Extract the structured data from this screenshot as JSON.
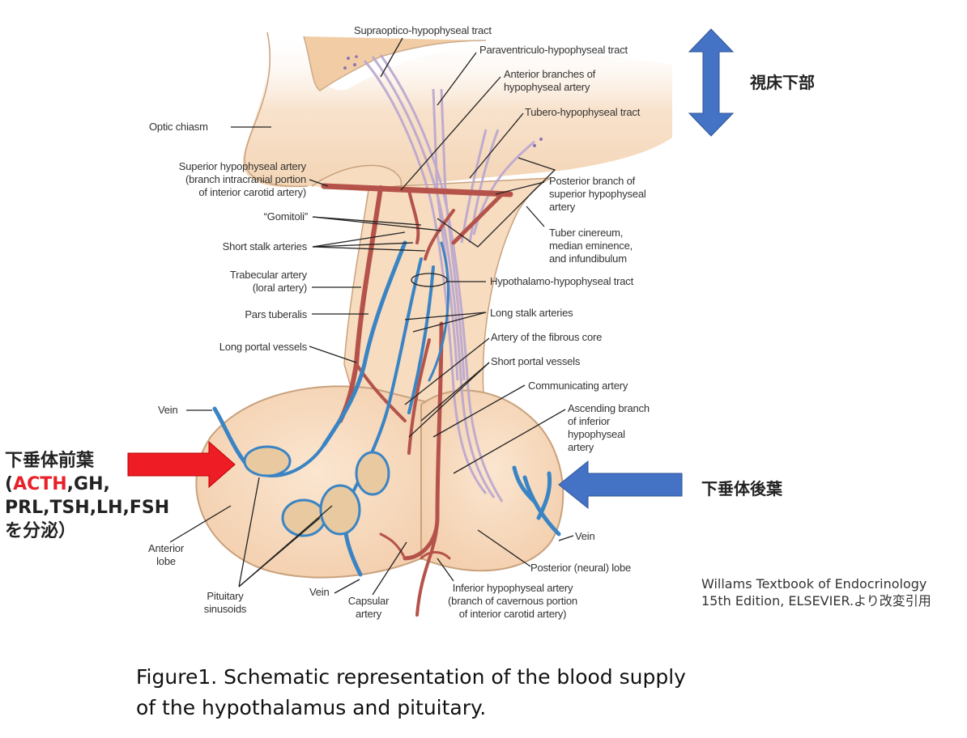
{
  "diagram": {
    "labels": {
      "supraoptico": "Supraoptico-hypophyseal tract",
      "paraventriculo": "Paraventriculo-hypophyseal tract",
      "anterior_branches": [
        "Anterior branches of",
        "hypophyseal artery"
      ],
      "tubero": "Tubero-hypophyseal tract",
      "optic_chiasm": "Optic chiasm",
      "superior_hypophyseal": [
        "Superior hypophyseal artery",
        "(branch intracranial portion",
        "of interior carotid artery)"
      ],
      "posterior_branch": [
        "Posterior branch of",
        "superior hypophyseal",
        "artery"
      ],
      "gomitoli": "“Gomitoli”",
      "tuber_cinereum": [
        "Tuber cinereum,",
        "median eminence,",
        "and infundibulum"
      ],
      "short_stalk": "Short stalk arteries",
      "trabecular": [
        "Trabecular artery",
        "(loral artery)"
      ],
      "hypothalamo": "Hypothalamo-hypophyseal tract",
      "pars_tuberalis": "Pars tuberalis",
      "long_stalk": "Long stalk arteries",
      "fibrous_core": "Artery of the fibrous core",
      "long_portal": "Long portal vessels",
      "short_portal": "Short portal vessels",
      "communicating": "Communicating artery",
      "ascending": [
        "Ascending branch",
        "of inferior",
        "hypophyseal",
        "artery"
      ],
      "vein_left": "Vein",
      "vein_right": "Vein",
      "vein_bottom": "Vein",
      "anterior_lobe": [
        "Anterior",
        "lobe"
      ],
      "posterior_lobe": "Posterior (neural) lobe",
      "pituitary_sinusoids": [
        "Pituitary",
        "sinusoids"
      ],
      "capsular_artery": [
        "Capsular",
        "artery"
      ],
      "inferior_hypophyseal": [
        "Inferior hypophyseal artery",
        "(branch of cavernous portion",
        "of interior carotid artery)"
      ]
    },
    "annotations": {
      "hypothalamus": "視床下部",
      "anterior_pituitary_title": "下垂体前葉",
      "anterior_pituitary_open": "(",
      "anterior_pituitary_acth": "ACTH",
      "anterior_pituitary_line2_rest": ",GH,",
      "anterior_pituitary_line3": "PRL,TSH,LH,FSH",
      "anterior_pituitary_line4": "を分泌）",
      "posterior_pituitary": "下垂体後葉"
    },
    "colors": {
      "artery": "#b5534a",
      "vein": "#3b84c4",
      "tissue": "#f7dcc0",
      "tract": "#cdbfdc",
      "red_arrow": "#ee1c25",
      "blue_arrow": "#4472c4",
      "highlight_text": "#e8202a"
    }
  },
  "citation": [
    "Willams Textbook of Endocrinology",
    "15th Edition, ELSEVIER.より改変引用"
  ],
  "caption": [
    "Figure1. Schematic representation of the blood supply",
    "of the hypothalamus and pituitary."
  ]
}
